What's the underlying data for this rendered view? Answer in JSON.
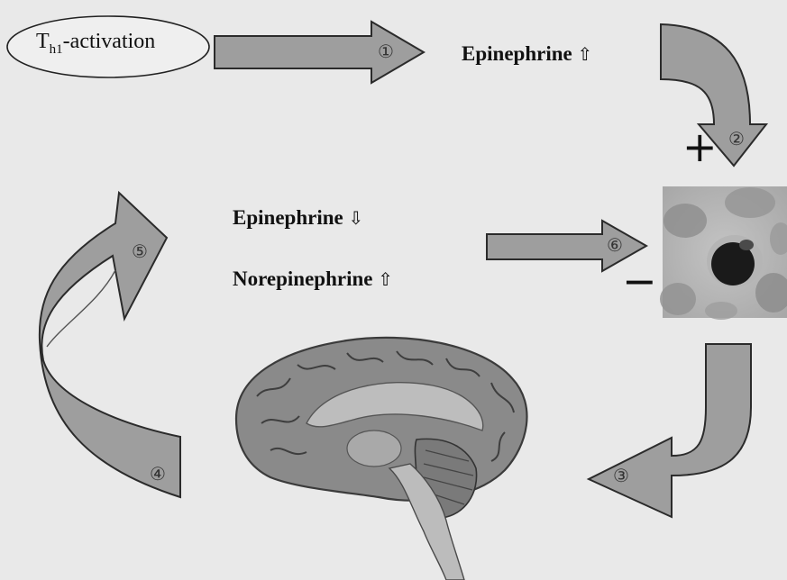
{
  "node_th1": {
    "main": "T",
    "sub": "h1",
    "rest": "-activation"
  },
  "label_epi_up": {
    "text": "Epinephrine",
    "arrow": "⇧"
  },
  "label_epi_down": {
    "text": "Epinephrine",
    "arrow": "⇩"
  },
  "label_norepi_up": {
    "text": "Norepinephrine",
    "arrow": "⇧"
  },
  "steps": [
    "①",
    "②",
    "③",
    "④",
    "⑤",
    "⑥"
  ],
  "signs": {
    "plus": "+",
    "minus": "−"
  },
  "colors": {
    "arrow_fill": "#9e9e9e",
    "arrow_stroke": "#2b2b2b",
    "background": "#e9e9e9",
    "text": "#111111"
  }
}
